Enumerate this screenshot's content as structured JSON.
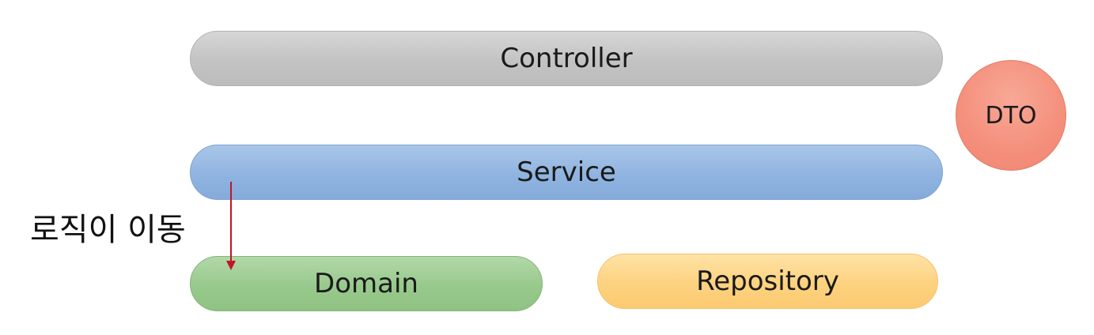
{
  "diagram": {
    "layers": {
      "controller": "Controller",
      "service": "Service",
      "domain": "Domain",
      "repository": "Repository"
    },
    "dto": "DTO",
    "annotation": {
      "label": "로직이 이동",
      "arrow_color": "#c0152a"
    }
  }
}
